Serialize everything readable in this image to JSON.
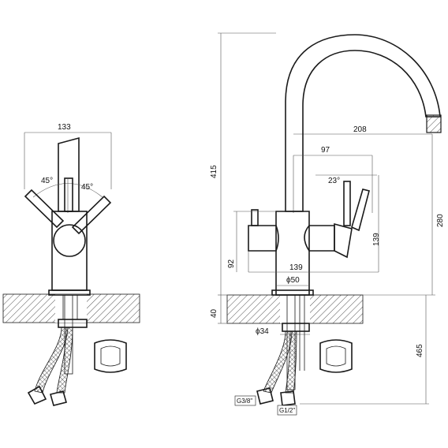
{
  "dimensions": {
    "front_width": "133",
    "angle_left": "45°",
    "angle_right": "45°",
    "height_total": "415",
    "spout_reach": "208",
    "lever_offset": "97",
    "lever_angle": "23°",
    "spout_height": "280",
    "body_height_right": "139",
    "body_height_left": "92",
    "body_width": "139",
    "base_diameter": "ϕ50",
    "deck_thickness": "40",
    "hole_diameter": "ϕ34",
    "hose_length": "465",
    "hose_thread_a": "G3/8\"",
    "hose_thread_b": "G1/2\""
  }
}
